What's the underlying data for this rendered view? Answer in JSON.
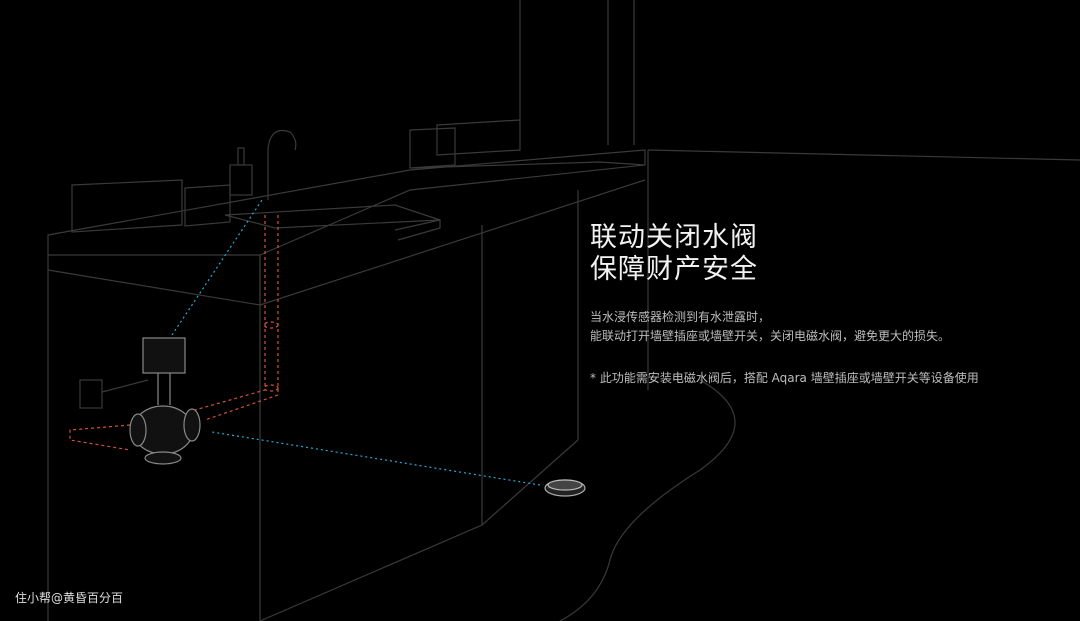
{
  "headline": {
    "line1": "联动关闭水阀",
    "line2": "保障财产安全"
  },
  "description": {
    "line1": "当水浸传感器检测到有水泄露时，",
    "line2": "能联动打开墙壁插座或墙壁开关，关闭电磁水阀，避免更大的损失。"
  },
  "footnote": "* 此功能需安装电磁水阀后，搭配 Aqara 墙壁插座或墙壁开关等设备使用",
  "watermark": "住小帮@黄昏百分百",
  "colors": {
    "background": "#000000",
    "line": "#3a3a3a",
    "signal": "#29a8d8",
    "pipe": "#d0503c"
  }
}
